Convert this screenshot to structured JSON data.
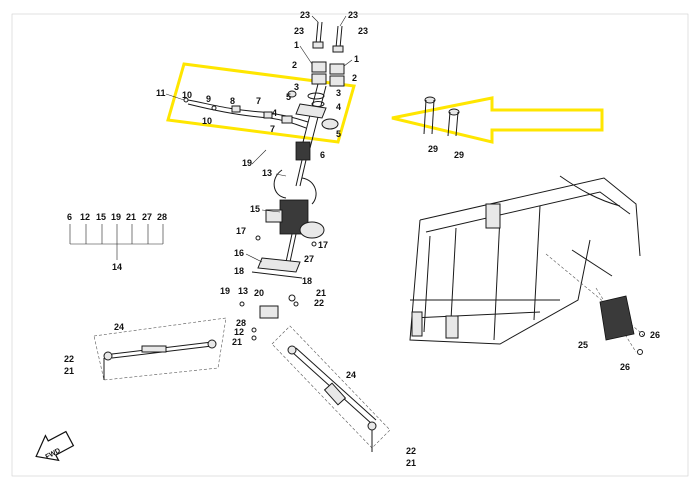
{
  "colors": {
    "highlight": "#ffe600",
    "line": "#1a1a1a",
    "background": "#ffffff"
  },
  "labels": {
    "l23a": "23",
    "l23b": "23",
    "l23c": "23",
    "l23d": "23",
    "l1a": "1",
    "l1b": "1",
    "l2a": "2",
    "l2b": "2",
    "l3a": "3",
    "l3b": "3",
    "l4a": "4",
    "l4b": "4",
    "l5a": "5",
    "l5b": "5",
    "l6": "6",
    "l7a": "7",
    "l7b": "7",
    "l8": "8",
    "l9": "9",
    "l10a": "10",
    "l10b": "10",
    "l11": "11",
    "l13a": "13",
    "l13b": "13",
    "l15": "15",
    "l16": "16",
    "l17a": "17",
    "l17b": "17",
    "l18a": "18",
    "l18b": "18",
    "l19a": "19",
    "l19b": "19",
    "l20": "20",
    "l21a": "21",
    "l21b": "21",
    "l21c": "21",
    "l21d": "21",
    "l22a": "22",
    "l22b": "22",
    "l22c": "22",
    "l24a": "24",
    "l24b": "24",
    "l25": "25",
    "l26a": "26",
    "l26b": "26",
    "l27": "27",
    "l28": "28",
    "l29a": "29",
    "l29b": "29",
    "l12": "12",
    "l14": "14",
    "fwd": "FWD"
  },
  "kit_legend": {
    "members": [
      "6",
      "12",
      "15",
      "19",
      "21",
      "27",
      "28"
    ],
    "kit": "14"
  },
  "icons": {
    "direction_arrow": "direction-arrow-icon",
    "fwd_arrow": "fwd-arrow-icon"
  }
}
